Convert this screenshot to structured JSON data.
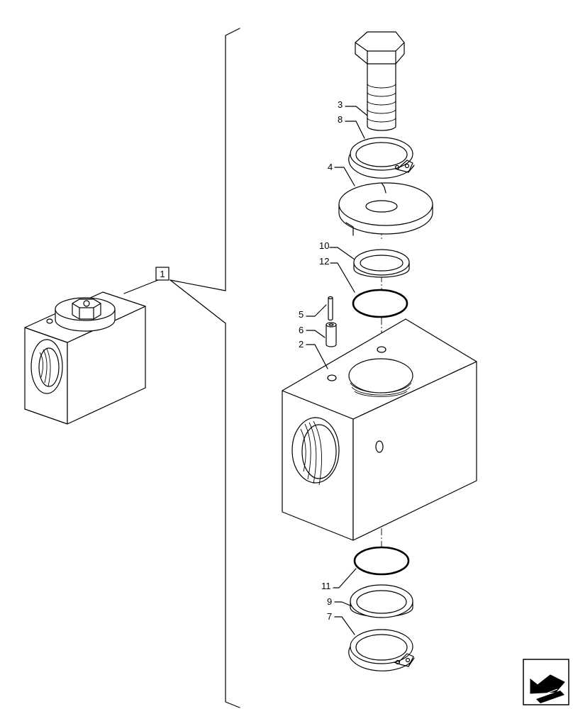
{
  "callouts": {
    "assembly": "1",
    "block": "2",
    "bolt": "3",
    "plate": "4",
    "pin": "5",
    "sleeve": "6",
    "circlip_bottom": "7",
    "circlip_top": "8",
    "washer_bottom": "9",
    "washer_top": "10",
    "oring_bottom": "11",
    "oring_top": "12"
  },
  "nav_icon": "direction-arrow-icon"
}
